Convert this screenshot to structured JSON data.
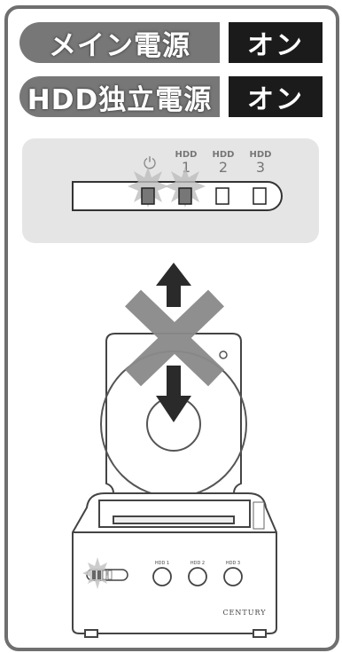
{
  "status_rows": [
    {
      "label": "メイン電源",
      "state": "オン"
    },
    {
      "label": "HDD独立電源",
      "state": "オン"
    }
  ],
  "led_panel": {
    "power_glyph": "⏻",
    "hdd_labels": [
      {
        "top": "HDD",
        "num": "1"
      },
      {
        "top": "HDD",
        "num": "2"
      },
      {
        "top": "HDD",
        "num": "3"
      }
    ],
    "lit_leds": [
      "power",
      "hdd1"
    ]
  },
  "device": {
    "brand": "CENTURY",
    "button_labels": [
      "HDD 1",
      "HDD 2",
      "HDD 3"
    ]
  },
  "icons": [
    "up-arrow-icon",
    "down-arrow-icon",
    "cross-icon",
    "power-icon"
  ],
  "colors": {
    "frame": "#6f6f6f",
    "pill": "#777777",
    "state_bg": "#1b1b1b",
    "panel": "#e5e5e5",
    "cross": "#8a8a8a"
  }
}
